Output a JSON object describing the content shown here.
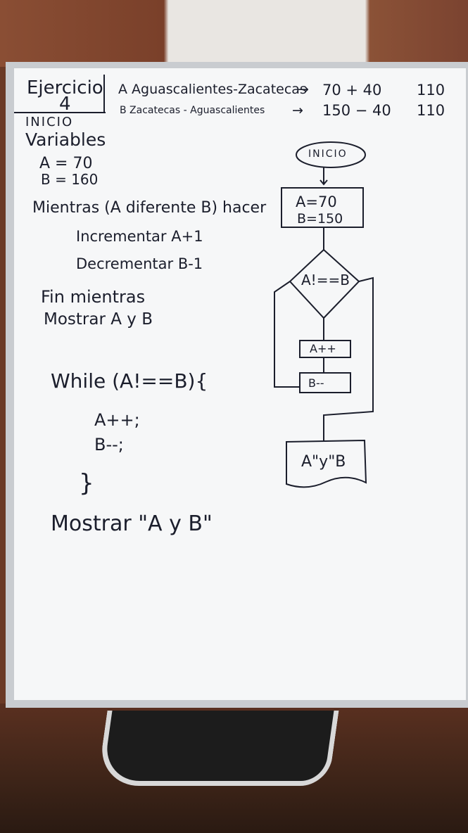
{
  "board": {
    "title_line1": "Ejercicio",
    "title_line2": "4",
    "header_a": "A Aguascalientes-Zacatecas",
    "header_a_calc": "70 + 40",
    "header_a_result": "110",
    "header_b": "B Zacatecas - Aguascalientes",
    "header_b_calc": "150 − 40",
    "header_b_result": "110",
    "inicio": "INICIO",
    "variables": "Variables",
    "var_a": "A = 70",
    "var_b": "B = 160",
    "mientras": "Mientras (A diferente B) hacer",
    "incrementar": "Incrementar A+1",
    "decrementar": "Decrementar B-1",
    "fin_mientras": "Fin mientras",
    "mostrar": "Mostrar A y B",
    "code_while": "While (A!==B){",
    "code_a": "A++;",
    "code_b": "B--;",
    "code_close": "}",
    "code_mostrar": "Mostrar \"A y B\""
  },
  "flowchart": {
    "start": "INICIO",
    "init_a": "A=70",
    "init_b": "B=150",
    "decision": "A!==B",
    "step_a": "A++",
    "step_b": "B--",
    "output": "A\"y\"B"
  }
}
